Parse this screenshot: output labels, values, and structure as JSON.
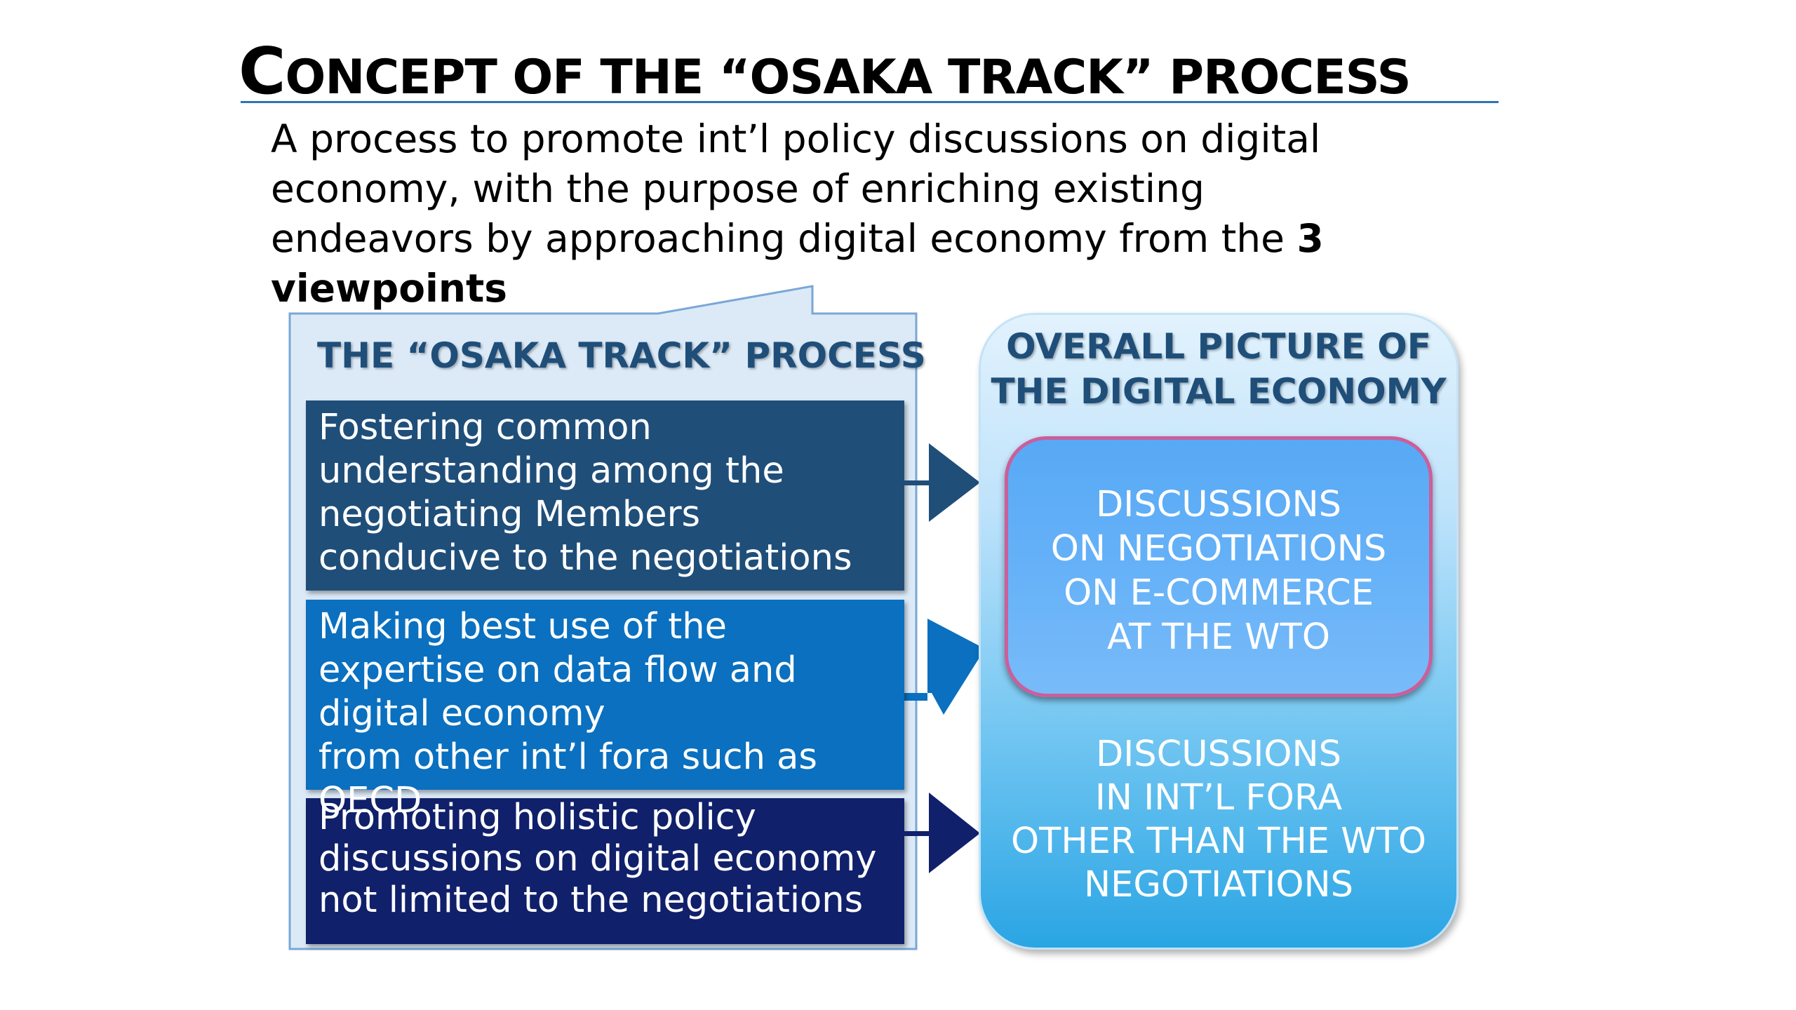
{
  "title": {
    "cap": "C",
    "rest": "ONCEPT OF THE “OSAKA TRACK” PROCESS"
  },
  "intro": {
    "line1": "A process to promote int’l policy discussions on digital",
    "line2": "economy, with the purpose of enriching  existing",
    "line3": "endeavors by approaching digital economy from the ",
    "bold": "3",
    "line4": "viewpoints"
  },
  "panel": {
    "title": "THE “OSAKA TRACK” PROCESS",
    "viewpoints": [
      {
        "lines": [
          "Fostering common",
          "understanding among the",
          "negotiating Members",
          "conducive to the negotiations"
        ],
        "color": "#1f4e79"
      },
      {
        "lines": [
          "Making best use of the",
          "expertise   on data flow and",
          "digital economy",
          "from other int’l fora such as",
          "OECD"
        ],
        "color": "#0a70bf"
      },
      {
        "lines": [
          "Promoting holistic policy",
          "discussions on digital economy",
          "not limited to the negotiations"
        ],
        "color": "#10206a"
      }
    ]
  },
  "overall": {
    "title": [
      "OVERALL PICTURE OF",
      "THE DIGITAL ECONOMY"
    ],
    "wto": [
      "DISCUSSIONS",
      "ON NEGOTIATIONS",
      "ON E-COMMERCE",
      "AT THE WTO"
    ],
    "fora": [
      "DISCUSSIONS",
      "IN INT’L FORA",
      "OTHER THAN THE WTO",
      "NEGOTIATIONS"
    ]
  }
}
